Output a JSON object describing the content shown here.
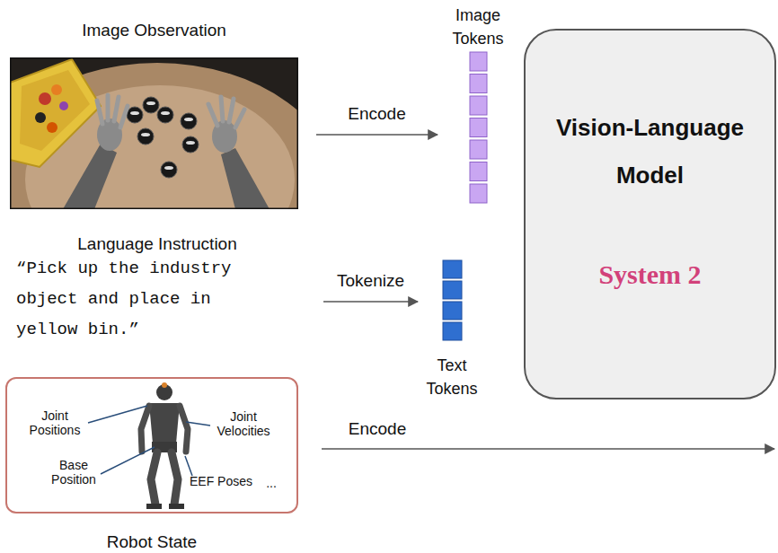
{
  "diagram": {
    "nodes": [
      {
        "text": [
          "Image Observation"
        ]
      },
      {
        "text": [
          "Image Tokens"
        ]
      },
      {
        "text": [
          "Language Instruction",
          "“Pick up the industry object and place in yellow bin.”"
        ]
      },
      {
        "text": [
          "Text Tokens"
        ]
      },
      {
        "text": [
          "Vision-Language Model",
          "System 2"
        ]
      },
      {
        "text": [
          "Joint Positions",
          "Joint Velocities",
          "Base Position",
          "EEF Poses",
          "...",
          "Robot State"
        ]
      }
    ],
    "edges": [
      {
        "from": 0,
        "to": 1,
        "label": "Encode",
        "arrow": "to"
      },
      {
        "from": 2,
        "to": 3,
        "label": "Tokenize",
        "arrow": "to"
      }
    ],
    "labels": [
      "Encode"
    ]
  }
}
